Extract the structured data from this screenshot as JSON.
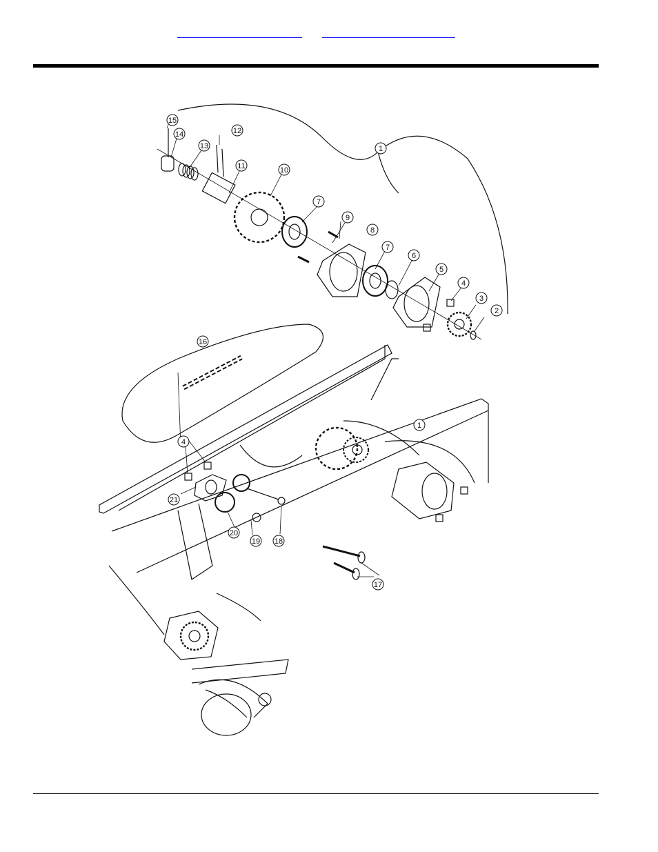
{
  "header": {
    "links": [
      "",
      ""
    ]
  },
  "figure": {
    "callouts": [
      "1",
      "2",
      "3",
      "4",
      "5",
      "6",
      "7",
      "8",
      "9",
      "10",
      "11",
      "12",
      "13",
      "14",
      "15",
      "16",
      "17",
      "18",
      "19",
      "20",
      "21"
    ]
  }
}
